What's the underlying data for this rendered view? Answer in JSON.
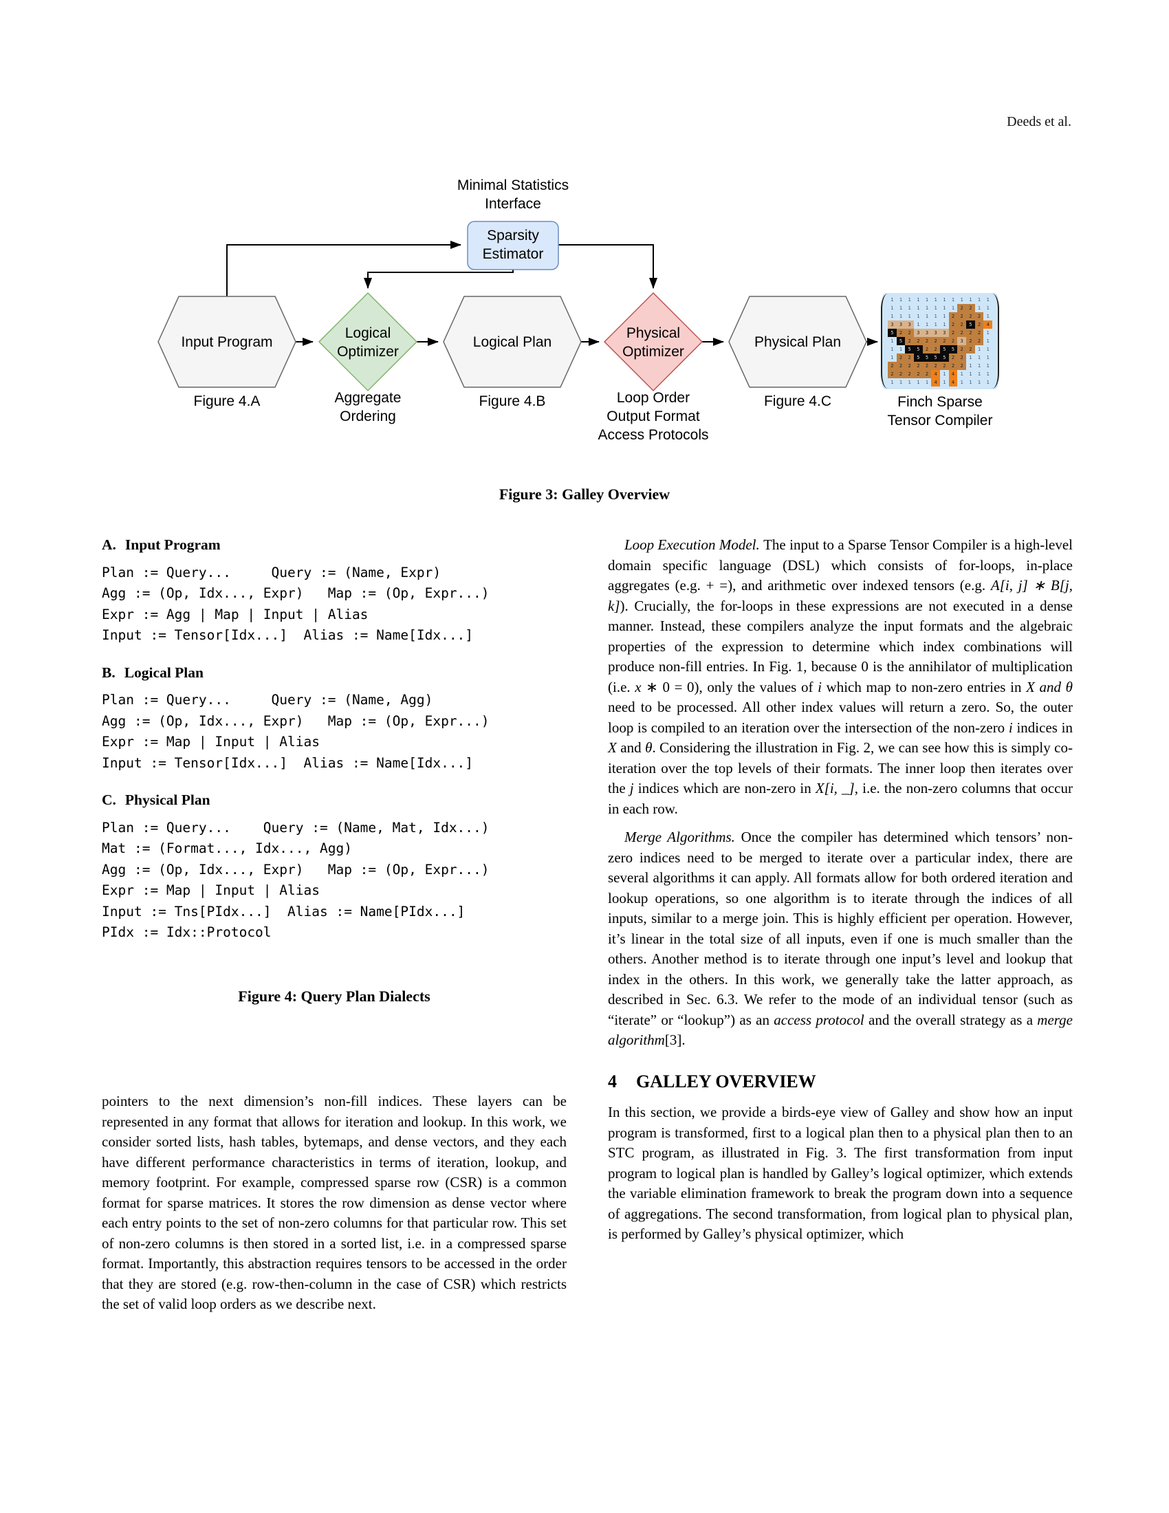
{
  "header": {
    "running_author": "Deeds et al."
  },
  "figure3": {
    "caption": "Figure 3: Galley Overview",
    "top_label": [
      "Minimal Statistics",
      "Interface"
    ],
    "estimator": {
      "label": [
        "Sparsity",
        "Estimator"
      ],
      "fill": "#dae8fc",
      "stroke": "#6c8ebf"
    },
    "colors": {
      "hexagon_fill": "#f5f5f5",
      "hexagon_stroke": "#666666",
      "logical_optimizer_fill": "#d5e8d4",
      "logical_optimizer_stroke": "#82b366",
      "physical_optimizer_fill": "#f8cecc",
      "physical_optimizer_stroke": "#b85450"
    },
    "nodes": [
      {
        "label": [
          "Input Program"
        ],
        "sublabel": [
          "Figure 4.A"
        ]
      },
      {
        "label": [
          "Logical",
          "Optimizer"
        ],
        "sublabel": [
          "Aggregate",
          "Ordering"
        ]
      },
      {
        "label": [
          "Logical Plan"
        ],
        "sublabel": [
          "Figure 4.B"
        ]
      },
      {
        "label": [
          "Physical",
          "Optimizer"
        ],
        "sublabel": [
          "Loop Order",
          "Output Format",
          "Access Protocols"
        ]
      },
      {
        "label": [
          "Physical Plan"
        ],
        "sublabel": [
          "Figure 4.C"
        ]
      },
      {
        "label": [],
        "sublabel": [
          "Finch Sparse",
          "Tensor Compiler"
        ]
      }
    ],
    "matrix": {
      "palette": {
        "1": "#cfe6f8",
        "2": "#bf7f3f",
        "3": "#d9b38c",
        "4": "#f08019",
        "5": "#0a0a0a"
      },
      "grid": [
        [
          1,
          1,
          1,
          1,
          1,
          1,
          1,
          1,
          1,
          1,
          1,
          1
        ],
        [
          1,
          1,
          1,
          1,
          1,
          1,
          1,
          1,
          2,
          2,
          1,
          1
        ],
        [
          1,
          1,
          1,
          1,
          1,
          1,
          1,
          2,
          2,
          2,
          2,
          1
        ],
        [
          3,
          3,
          3,
          1,
          1,
          1,
          1,
          2,
          2,
          5,
          2,
          4
        ],
        [
          5,
          2,
          2,
          3,
          3,
          3,
          3,
          2,
          2,
          2,
          2,
          1
        ],
        [
          1,
          5,
          2,
          2,
          2,
          2,
          2,
          2,
          3,
          2,
          2,
          1
        ],
        [
          1,
          1,
          5,
          5,
          2,
          2,
          5,
          5,
          2,
          2,
          1,
          1
        ],
        [
          1,
          2,
          2,
          5,
          5,
          5,
          5,
          2,
          2,
          1,
          1,
          1
        ],
        [
          2,
          2,
          2,
          2,
          2,
          2,
          2,
          2,
          2,
          1,
          1,
          1
        ],
        [
          2,
          2,
          2,
          2,
          2,
          4,
          1,
          4,
          1,
          1,
          1,
          1
        ],
        [
          1,
          1,
          1,
          1,
          1,
          4,
          1,
          4,
          1,
          1,
          1,
          1
        ]
      ]
    }
  },
  "left_column": {
    "section_a": {
      "letter": "A.",
      "title": "Input Program",
      "code": [
        "Plan := Query...     Query := (Name, Expr)",
        "Agg := (Op, Idx..., Expr)   Map := (Op, Expr...)",
        "Expr := Agg | Map | Input | Alias",
        "Input := Tensor[Idx...]  Alias := Name[Idx...]"
      ]
    },
    "section_b": {
      "letter": "B.",
      "title": "Logical Plan",
      "code": [
        "Plan := Query...     Query := (Name, Agg)",
        "Agg := (Op, Idx..., Expr)   Map := (Op, Expr...)",
        "Expr := Map | Input | Alias",
        "Input := Tensor[Idx...]  Alias := Name[Idx...]"
      ]
    },
    "section_c": {
      "letter": "C.",
      "title": "Physical Plan",
      "code": [
        "Plan := Query...    Query := (Name, Mat, Idx...)",
        "Mat := (Format..., Idx..., Agg)",
        "Agg := (Op, Idx..., Expr)   Map := (Op, Expr...)",
        "Expr := Map | Input | Alias",
        "Input := Tns[PIdx...]  Alias := Name[PIdx...]",
        "PIdx := Idx::Protocol"
      ]
    },
    "figure4_caption": "Figure 4: Query Plan Dialects",
    "paragraph": "pointers to the next dimension’s non-fill indices. These layers can be represented in any format that allows for iteration and lookup. In this work, we consider sorted lists, hash tables, bytemaps, and dense vectors, and they each have different performance characteristics in terms of iteration, lookup, and memory footprint. For example, compressed sparse row (CSR) is a common format for sparse matrices. It stores the row dimension as dense vector where each entry points to the set of non-zero columns for that particular row. This set of non-zero columns is then stored in a sorted list, i.e. in a compressed sparse format. Importantly, this abstraction requires tensors to be accessed in the order that they are stored (e.g. row-then-column in the case of CSR) which restricts the set of valid loop orders as we describe next."
  },
  "right_column": {
    "paragraph1": [
      {
        "t": "Loop Execution Model. ",
        "i": true
      },
      {
        "t": "The input to a Sparse Tensor Compiler is a high-level domain specific language (DSL) which consists of for-loops, in-place aggregates (e.g. + =), and arithmetic over indexed tensors (e.g. ",
        "i": false
      },
      {
        "t": "A[i, j] ∗ B[j, k]",
        "i": true
      },
      {
        "t": "). Crucially, the for-loops in these expressions are not executed in a dense manner. Instead, these compilers analyze the input formats and the algebraic properties of the expression to determine which index combinations will produce non-fill entries. In Fig. 1, because 0 is the annihilator of multiplication (i.e. ",
        "i": false
      },
      {
        "t": "x",
        "i": true
      },
      {
        "t": " ∗ 0 = 0), only the values of ",
        "i": false
      },
      {
        "t": "i",
        "i": true
      },
      {
        "t": " which map to non-zero entries in ",
        "i": false
      },
      {
        "t": "X and θ",
        "i": true
      },
      {
        "t": " need to be processed. All other index values will return a zero. So, the outer loop is compiled to an iteration over the intersection of the non-zero ",
        "i": false
      },
      {
        "t": "i",
        "i": true
      },
      {
        "t": " indices in ",
        "i": false
      },
      {
        "t": "X",
        "i": true
      },
      {
        "t": " and ",
        "i": false
      },
      {
        "t": "θ",
        "i": true
      },
      {
        "t": ". Considering the illustration in Fig. 2, we can see how this is simply co-iteration over the top levels of their formats. The inner loop then iterates over the ",
        "i": false
      },
      {
        "t": "j",
        "i": true
      },
      {
        "t": " indices which are non-zero in ",
        "i": false
      },
      {
        "t": "X[i, _]",
        "i": true
      },
      {
        "t": ", i.e. the non-zero columns that occur in each row.",
        "i": false
      }
    ],
    "paragraph2": [
      {
        "t": "Merge Algorithms. ",
        "i": true
      },
      {
        "t": "Once the compiler has determined which tensors’ non-zero indices need to be merged to iterate over a particular index, there are several algorithms it can apply. All formats allow for both ordered iteration and lookup operations, so one algorithm is to iterate through the indices of all inputs, similar to a merge join. This is highly efficient per operation. However, it’s linear in the total size of all inputs, even if one is much smaller than the others. Another method is to iterate through one input’s level and lookup that index in the others. In this work, we generally take the latter approach, as described in Sec. 6.3. We refer to the mode of an individual tensor (such as “iterate” or “lookup”) as an ",
        "i": false
      },
      {
        "t": "access protocol",
        "i": true
      },
      {
        "t": " and the overall strategy as a ",
        "i": false
      },
      {
        "t": "merge algorithm",
        "i": true
      },
      {
        "t": "[3].",
        "i": false
      }
    ],
    "section_heading": {
      "number": "4",
      "title": "GALLEY OVERVIEW"
    },
    "paragraph3": "In this section, we provide a birds-eye view of Galley and show how an input program is transformed, first to a logical plan then to a physical plan then to an STC program, as illustrated in Fig. 3. The first transformation from input program to logical plan is handled by Galley’s logical optimizer, which extends the variable elimination framework to break the program down into a sequence of aggregations. The second transformation, from logical plan to physical plan, is performed by Galley’s physical optimizer, which"
  }
}
